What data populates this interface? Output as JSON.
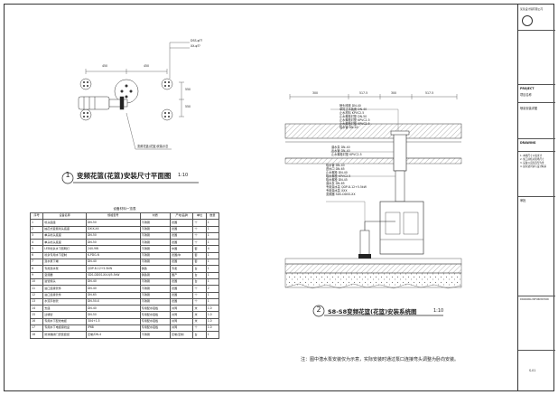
{
  "plan": {
    "title_num": "1",
    "title": "变频花篮(花篮)安装尺寸平面图",
    "scale": "1:10",
    "dims": {
      "d1": "450",
      "d2": "450",
      "d3": "550",
      "d4": "550"
    },
    "callout_top_1": "DSS-φ??",
    "callout_top_2": "XX-φ??",
    "callout_bottom": "变频花篮(花篮)安装示意"
  },
  "table": {
    "title": "设备材料一览表",
    "headers": [
      "序号",
      "设备名称",
      "规格型号",
      "材质",
      "产地/品牌",
      "单位",
      "数量"
    ],
    "rows": [
      [
        "1",
        "喷头底座",
        "DN-50",
        "不锈钢",
        "德国",
        "个",
        "1"
      ],
      [
        "2",
        "抽芯式变频喷头底座",
        "DXIX-XX",
        "不锈钢",
        "德国",
        "个",
        "1"
      ],
      [
        "3",
        "单头喷头底座",
        "DN-50",
        "不锈钢",
        "德国",
        "个",
        "1"
      ],
      [
        "4",
        "单头喷头底座",
        "DN-50",
        "不锈钢",
        "德国",
        "个",
        "1"
      ],
      [
        "5",
        "LED喷泉水下照明灯",
        "24V-9W",
        "不锈钢",
        "中国",
        "套",
        "4"
      ],
      [
        "6",
        "喷泉专用水下控制",
        "K-PDG-N",
        "不锈钢",
        "德国/中",
        "套",
        "1"
      ],
      [
        "7",
        "潜水泵下端",
        "DN-40",
        "不锈钢",
        "德国",
        "套",
        "1"
      ],
      [
        "8",
        "专用潜水泵",
        "QDP-8-12+5.5kW",
        "铸铁",
        "专卖",
        "台",
        "1"
      ],
      [
        "9",
        "变频器",
        "SDS-DDSS-XX-N/5.5kW",
        "铸铁钢",
        "国产",
        "台",
        "1"
      ],
      [
        "10",
        "进管接头",
        "DN-40",
        "不锈钢",
        "德国",
        "台",
        "1"
      ],
      [
        "11",
        "进口连接管件",
        "DN-40",
        "不锈钢",
        "德国",
        "个",
        "2"
      ],
      [
        "12",
        "进口连接管件",
        "DN-65",
        "不锈钢",
        "德国",
        "个",
        "1"
      ],
      [
        "13",
        "水流平衡管",
        "DN-50-X",
        "不锈钢",
        "德国",
        "个",
        "1"
      ],
      [
        "14",
        "支座",
        "DN-40",
        "专用配水铝板",
        "共同",
        "米",
        "1.0"
      ],
      [
        "15",
        "过墙管",
        "DN-50",
        "专用配水铝板",
        "共同",
        "米",
        "1.0"
      ],
      [
        "16",
        "专用水下配线电缆",
        "3X4+1.5",
        "专用配水铝板",
        "共同",
        "米",
        "1.0"
      ],
      [
        "17",
        "专用水下电缆接线盒",
        "IP68",
        "专用配水铝板",
        "共同",
        "个",
        "1.0"
      ],
      [
        "18",
        "防渗漏阀门安装套装",
        "定制/DN-4",
        "不锈钢",
        "定制/定制",
        "台",
        "1"
      ]
    ]
  },
  "section": {
    "title_num": "2",
    "title": "S8-S8变频花篮(花篮)安装系统图",
    "scale": "1:10",
    "dims_top": [
      "300",
      "517.5",
      "300",
      "517.5"
    ],
    "labels_right_top": [
      "喷头底座 DN-40",
      "单向止水装置 DN-40",
      "止水材料 KPVC2.5",
      "止水螺栓衬垫 DN-50",
      "止水螺栓衬垫 KPVC2.5",
      "止水螺栓衬垫 KPVC2.5",
      "吸水管 DN-40"
    ],
    "labels_middle": [
      "潜水泵 DN-40",
      "出水管 DN-40",
      "止水螺栓衬垫 KPVC2.5"
    ],
    "labels_left_lower": [
      "吸水管 DN-40",
      "进水口 DN-65",
      "止水螺栓 DN-40",
      "吸水螺栓 KPVC2.5",
      "吸水螺栓 DN-45",
      "潜水泵 DN-65",
      "专用潜水泵 QDP-8-12+5.5kW",
      "专用潜水泵 XXX",
      "变频器 SDS-DDSS-XX"
    ]
  },
  "note": "注：图中潜水泵安装仅为示意，实际安装时通过泵口连接弯头调整为卧向安装。",
  "titleblock": {
    "company": "某某设计院有限公司",
    "project_label": "PROJECT",
    "project_value": "项目名称",
    "drawing_label": "DRAWING",
    "drawing_value": "喷泉安装详图",
    "notes": [
      "1. 本图尺寸以毫米计",
      "2. 施工前核对现场尺寸",
      "3. 设备以实际选型为准",
      "4. 如有疑问请与设计联系"
    ],
    "approval_label": "审批",
    "info_label": "DRAWING INFORMATION",
    "sheet_no": "S-01"
  }
}
